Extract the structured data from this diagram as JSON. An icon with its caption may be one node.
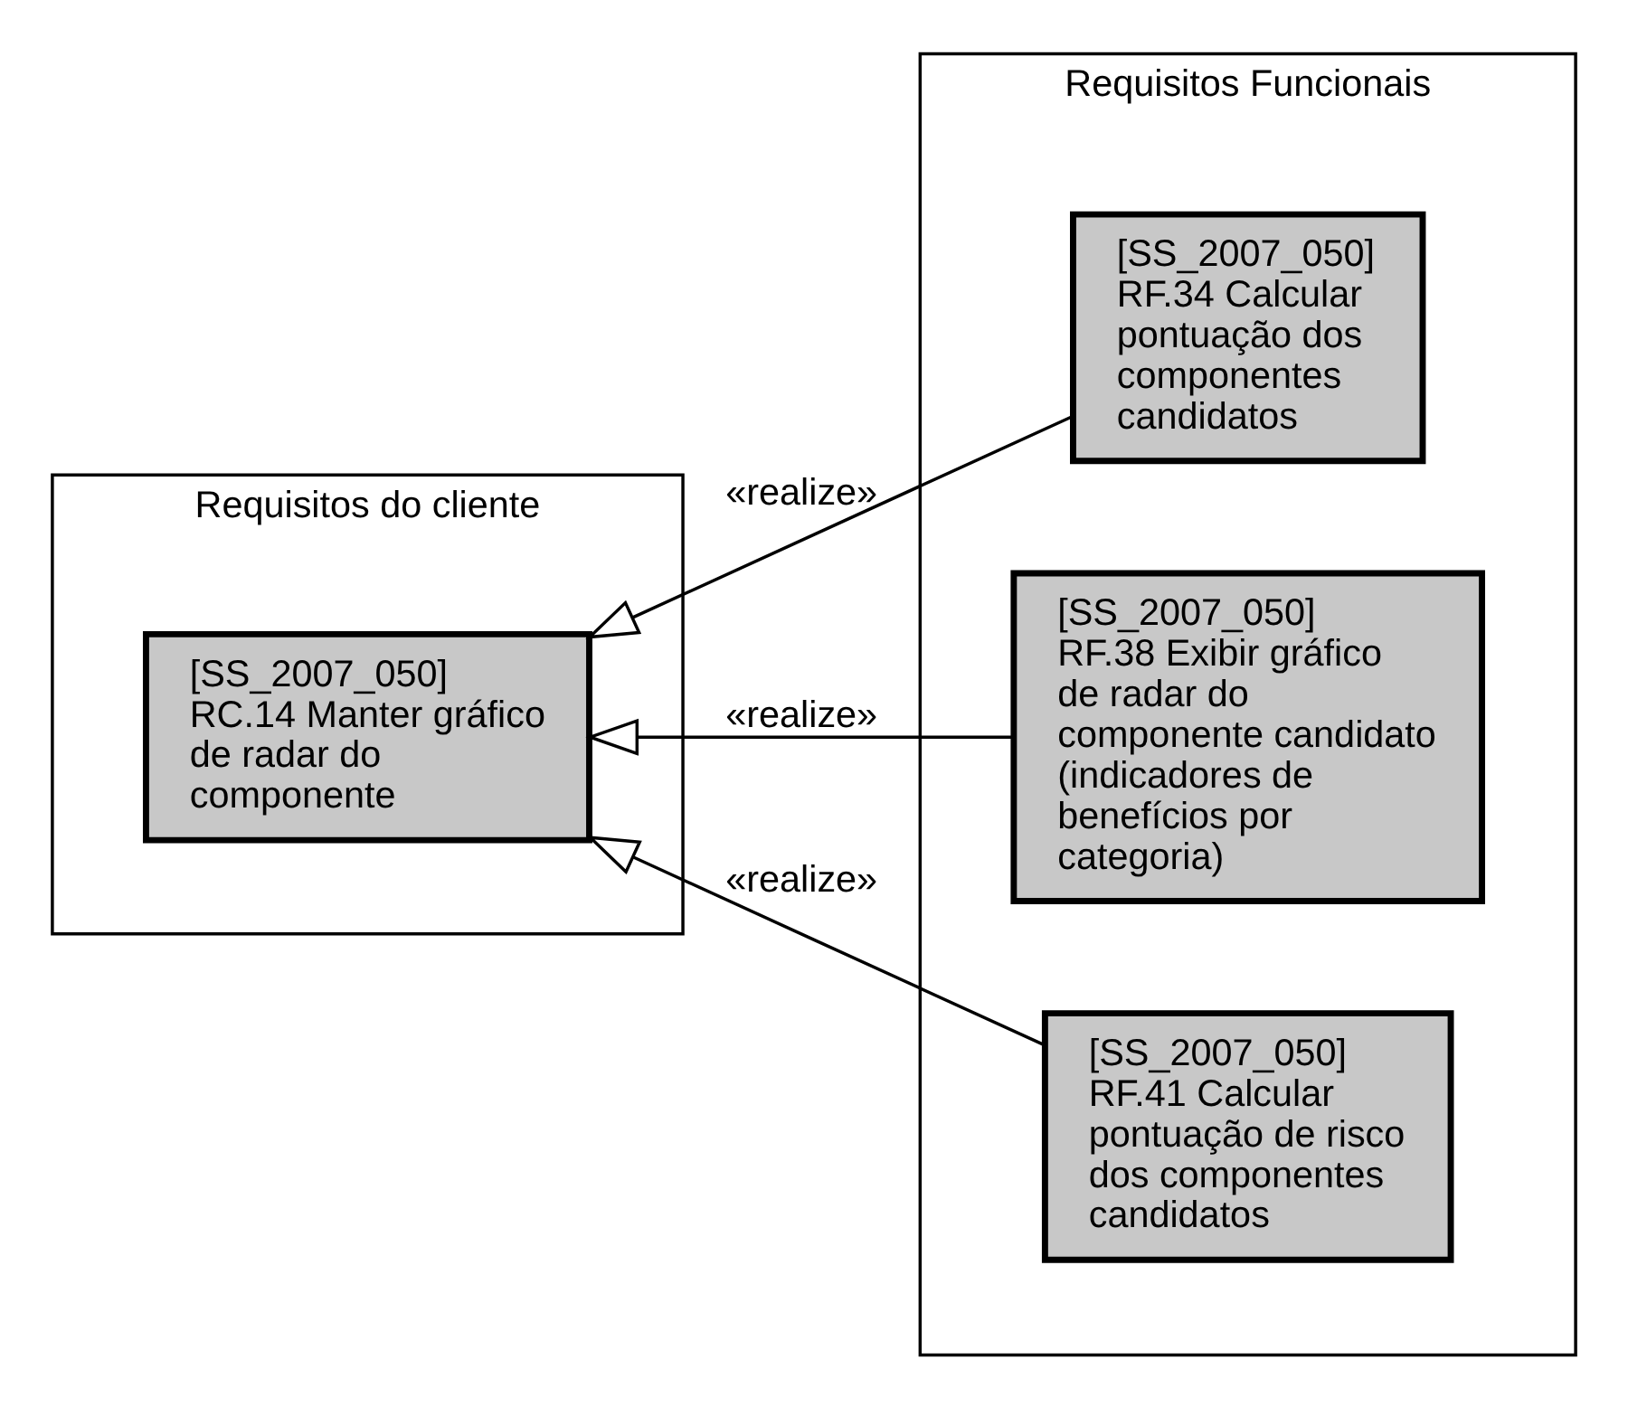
{
  "diagram": {
    "nodes": [
      {
        "text": [
          "Requisitos do cliente"
        ]
      },
      {
        "text": [
          "[SS_2007_050]",
          "RC.14 Manter gráfico de radar do componente"
        ],
        "in": 0
      },
      {
        "text": [
          "Requisitos Funcionais"
        ]
      },
      {
        "text": [
          "[SS_2007_050]",
          "RF.34 Calcular pontuação dos componentes candidatos"
        ],
        "in": 2
      },
      {
        "text": [
          "[SS_2007_050]",
          "RF.38 Exibir gráfico de radar do componente candidato (indicadores de benefícios por categoria)"
        ],
        "in": 2
      },
      {
        "text": [
          "[SS_2007_050]",
          "RF.41 Calcular pontuação de risco dos componentes candidatos"
        ],
        "in": 2
      }
    ],
    "edges": [
      {
        "from": 3,
        "to": 1,
        "arrow": "to",
        "label": "«realize»"
      },
      {
        "from": 4,
        "to": 1,
        "arrow": "to",
        "label": "«realize»"
      },
      {
        "from": 5,
        "to": 1,
        "arrow": "to",
        "label": "«realize»"
      }
    ]
  }
}
